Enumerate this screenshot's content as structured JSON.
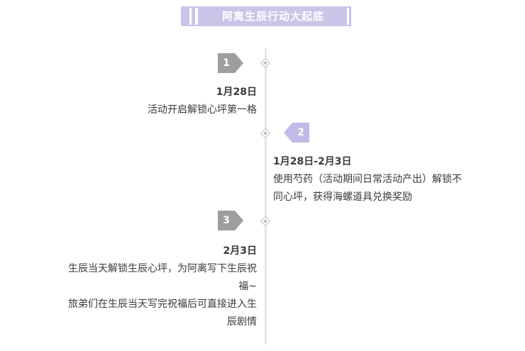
{
  "header": {
    "title": "阿离生辰行动大起底"
  },
  "timeline": [
    {
      "number": "1",
      "date": "1月28日",
      "lines": [
        "活动开启解锁心坪第一格"
      ]
    },
    {
      "number": "2",
      "date": "1月28日-2月3日",
      "lines": [
        "使用芍药（活动期间日常活动产出）解锁不",
        "同心坪，获得海螺道具兑换奖励"
      ]
    },
    {
      "number": "3",
      "date": "2月3日",
      "lines": [
        "生辰当天解锁生辰心坪，为阿离写下生辰祝",
        "福~",
        "旅弟们在生辰当天写完祝福后可直接进入生",
        "辰剧情"
      ]
    }
  ],
  "colors": {
    "badge_gray": "#9e9e9e",
    "badge_purple": "#c0bbe8",
    "title_bg": "#c9c4e8",
    "axis": "#e6e6e6"
  },
  "icons": {
    "node": "diamond-node-icon"
  }
}
